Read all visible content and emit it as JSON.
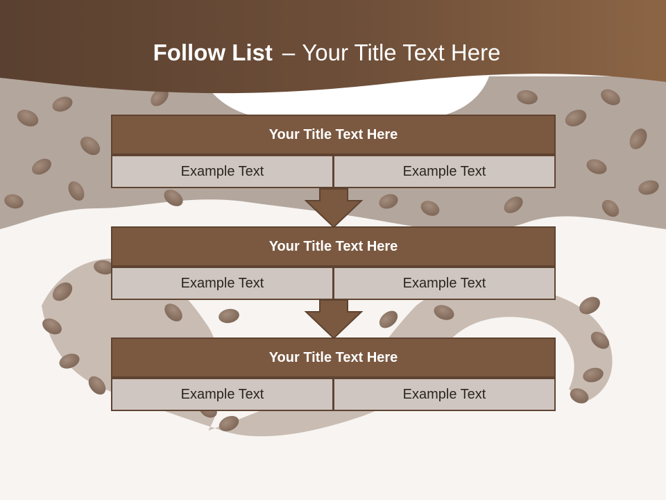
{
  "slide": {
    "title_bold": "Follow List",
    "title_dash": "–",
    "title_rest": "Your Title Text Here"
  },
  "blocks": [
    {
      "header": "Your Title Text Here",
      "left": "Example Text",
      "right": "Example Text"
    },
    {
      "header": "Your Title Text Here",
      "left": "Example Text",
      "right": "Example Text"
    },
    {
      "header": "Your Title Text Here",
      "left": "Example Text",
      "right": "Example Text"
    }
  ],
  "colors": {
    "header_fill": "#7b5940",
    "border": "#5e4331",
    "cell_fill": "#cfc6c1",
    "banner_dark": "#5a4030",
    "banner_light": "#8c6545"
  }
}
